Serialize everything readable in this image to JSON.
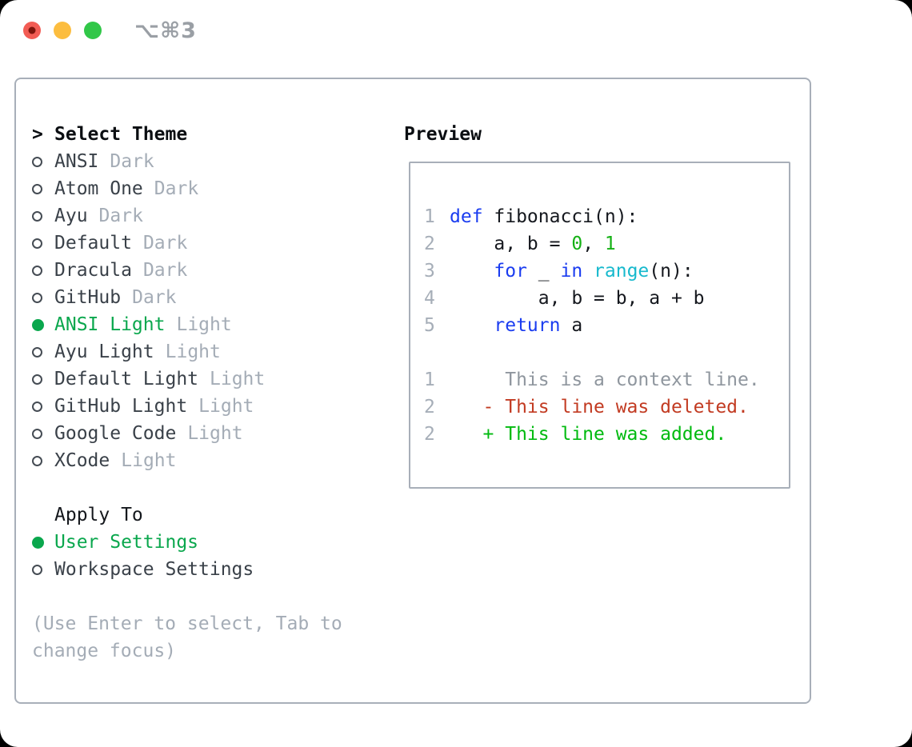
{
  "window": {
    "title": "⌥⌘3",
    "controls": [
      {
        "name": "close",
        "color": "#f25c54",
        "dot_color": "#7e150c"
      },
      {
        "name": "minimize",
        "color": "#fcbd3f",
        "dot_color": null
      },
      {
        "name": "zoom",
        "color": "#31c748",
        "dot_color": null
      }
    ]
  },
  "theme_picker": {
    "heading": {
      "prompt": ">",
      "label": "Select Theme"
    },
    "options": [
      {
        "name": "ANSI",
        "variant": "Dark",
        "selected": false
      },
      {
        "name": "Atom One",
        "variant": "Dark",
        "selected": false
      },
      {
        "name": "Ayu",
        "variant": "Dark",
        "selected": false
      },
      {
        "name": "Default",
        "variant": "Dark",
        "selected": false
      },
      {
        "name": "Dracula",
        "variant": "Dark",
        "selected": false
      },
      {
        "name": "GitHub",
        "variant": "Dark",
        "selected": false
      },
      {
        "name": "ANSI Light",
        "variant": "Light",
        "selected": true
      },
      {
        "name": "Ayu Light",
        "variant": "Light",
        "selected": false
      },
      {
        "name": "Default Light",
        "variant": "Light",
        "selected": false
      },
      {
        "name": "GitHub Light",
        "variant": "Light",
        "selected": false
      },
      {
        "name": "Google Code",
        "variant": "Light",
        "selected": false
      },
      {
        "name": "XCode",
        "variant": "Light",
        "selected": false
      }
    ],
    "apply_to": {
      "label": "Apply To",
      "options": [
        {
          "name": "User Settings",
          "selected": true
        },
        {
          "name": "Workspace Settings",
          "selected": false
        }
      ]
    },
    "hint": "(Use Enter to select, Tab to change focus)"
  },
  "preview": {
    "label": "Preview",
    "code_lines": [
      {
        "num": "1",
        "segments": [
          {
            "c": "keyword",
            "t": "def"
          },
          {
            "c": "plain",
            "t": " fibonacci(n):"
          }
        ]
      },
      {
        "num": "2",
        "segments": [
          {
            "c": "plain",
            "t": "    a, b = "
          },
          {
            "c": "number",
            "t": "0"
          },
          {
            "c": "plain",
            "t": ", "
          },
          {
            "c": "number",
            "t": "1"
          }
        ]
      },
      {
        "num": "3",
        "segments": [
          {
            "c": "plain",
            "t": "    "
          },
          {
            "c": "keyword",
            "t": "for"
          },
          {
            "c": "plain",
            "t": " _ "
          },
          {
            "c": "keyword",
            "t": "in"
          },
          {
            "c": "plain",
            "t": " "
          },
          {
            "c": "builtin",
            "t": "range"
          },
          {
            "c": "plain",
            "t": "(n):"
          }
        ]
      },
      {
        "num": "4",
        "segments": [
          {
            "c": "plain",
            "t": "        a, b = b, a + b"
          }
        ]
      },
      {
        "num": "5",
        "segments": [
          {
            "c": "plain",
            "t": "    "
          },
          {
            "c": "keyword",
            "t": "return"
          },
          {
            "c": "plain",
            "t": " a"
          }
        ]
      }
    ],
    "diff_lines": [
      {
        "num": "1",
        "kind": "context",
        "text": "     This is a context line."
      },
      {
        "num": "2",
        "kind": "deleted",
        "text": "   - This line was deleted."
      },
      {
        "num": "2",
        "kind": "added",
        "text": "   + This line was added."
      }
    ]
  },
  "colors": {
    "title_gray": "#9a9fa5",
    "border": "#a8afb9",
    "heading_text": "#0b0e12",
    "list_text": "#3a4149",
    "muted": "#a4acb6",
    "ring": "#454c54",
    "selection_green": "#0aa74d",
    "keyword_blue": "#1a3cf0",
    "builtin_cyan": "#17b9cd",
    "number_green": "#15b115",
    "code_text": "#15181e",
    "line_number": "#a6aeb8",
    "context_gray": "#8f969e",
    "deleted_red": "#c23b22",
    "added_green": "#00ba0f"
  }
}
